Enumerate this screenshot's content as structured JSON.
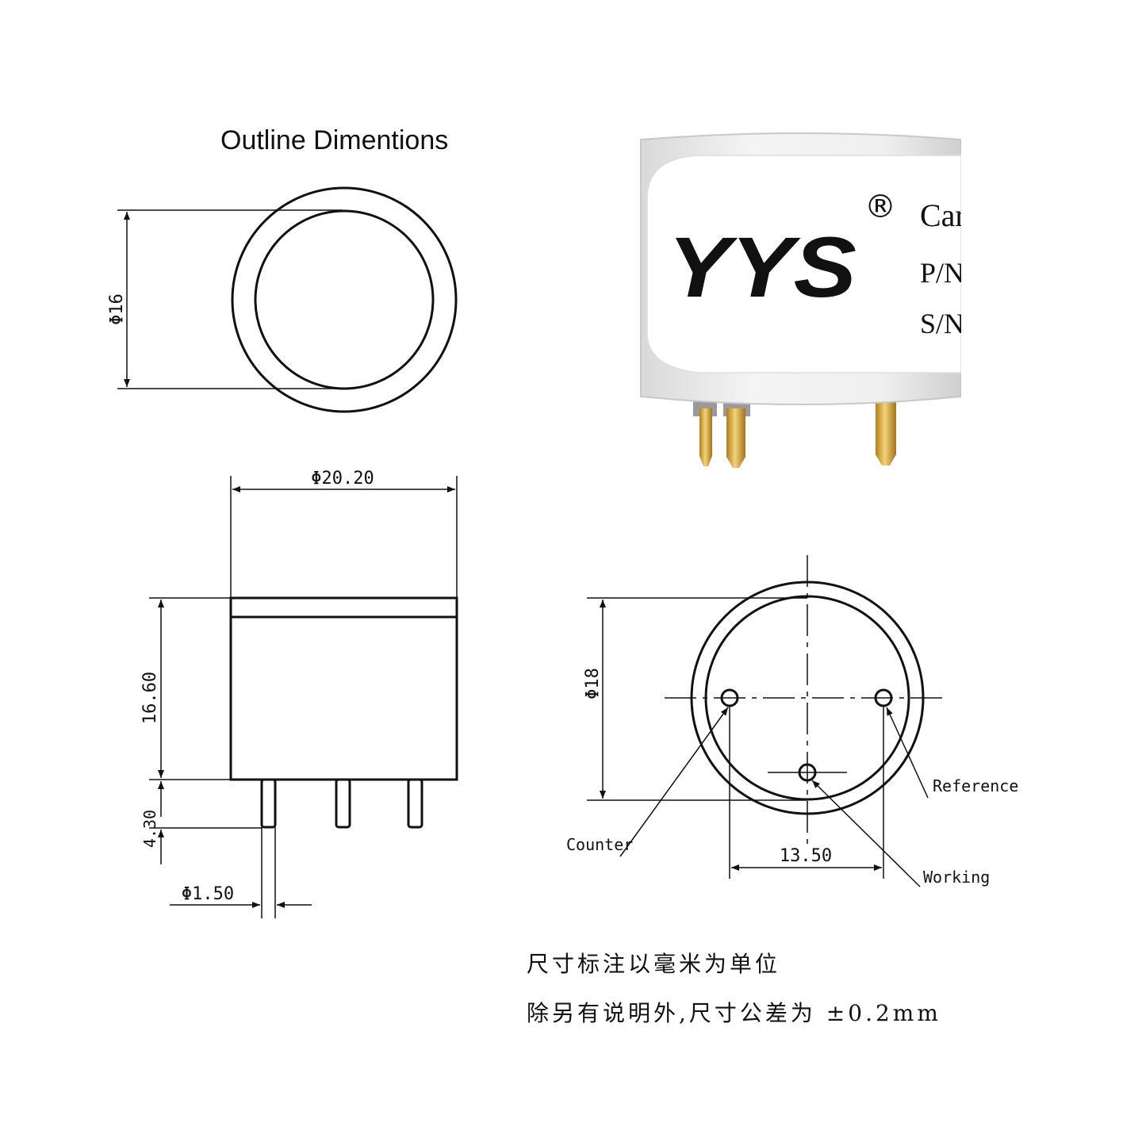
{
  "title": "Outline Dimentions",
  "dimensions": {
    "top_view_diameter": "Φ16",
    "outer_diameter": "Φ20.20",
    "body_height": "16.60",
    "pin_length": "4.30",
    "pin_diameter": "Φ1.50",
    "bottom_view_diameter": "Φ18",
    "pin_spacing": "13.50"
  },
  "pin_labels": {
    "counter": "Counter",
    "reference": "Reference",
    "working": "Working"
  },
  "product_label": {
    "brand": "YYS",
    "registered_mark": "®",
    "line1": "Carb",
    "line2": "P/N :",
    "line3": "S/N :"
  },
  "notes": {
    "line1": "尺寸标注以毫米为单位",
    "line2": "除另有说明外,尺寸公差为 ±0.2mm"
  },
  "colors": {
    "line": "#111111",
    "sensor_body": "#ececec",
    "pin_gold": "#d9a93a"
  }
}
